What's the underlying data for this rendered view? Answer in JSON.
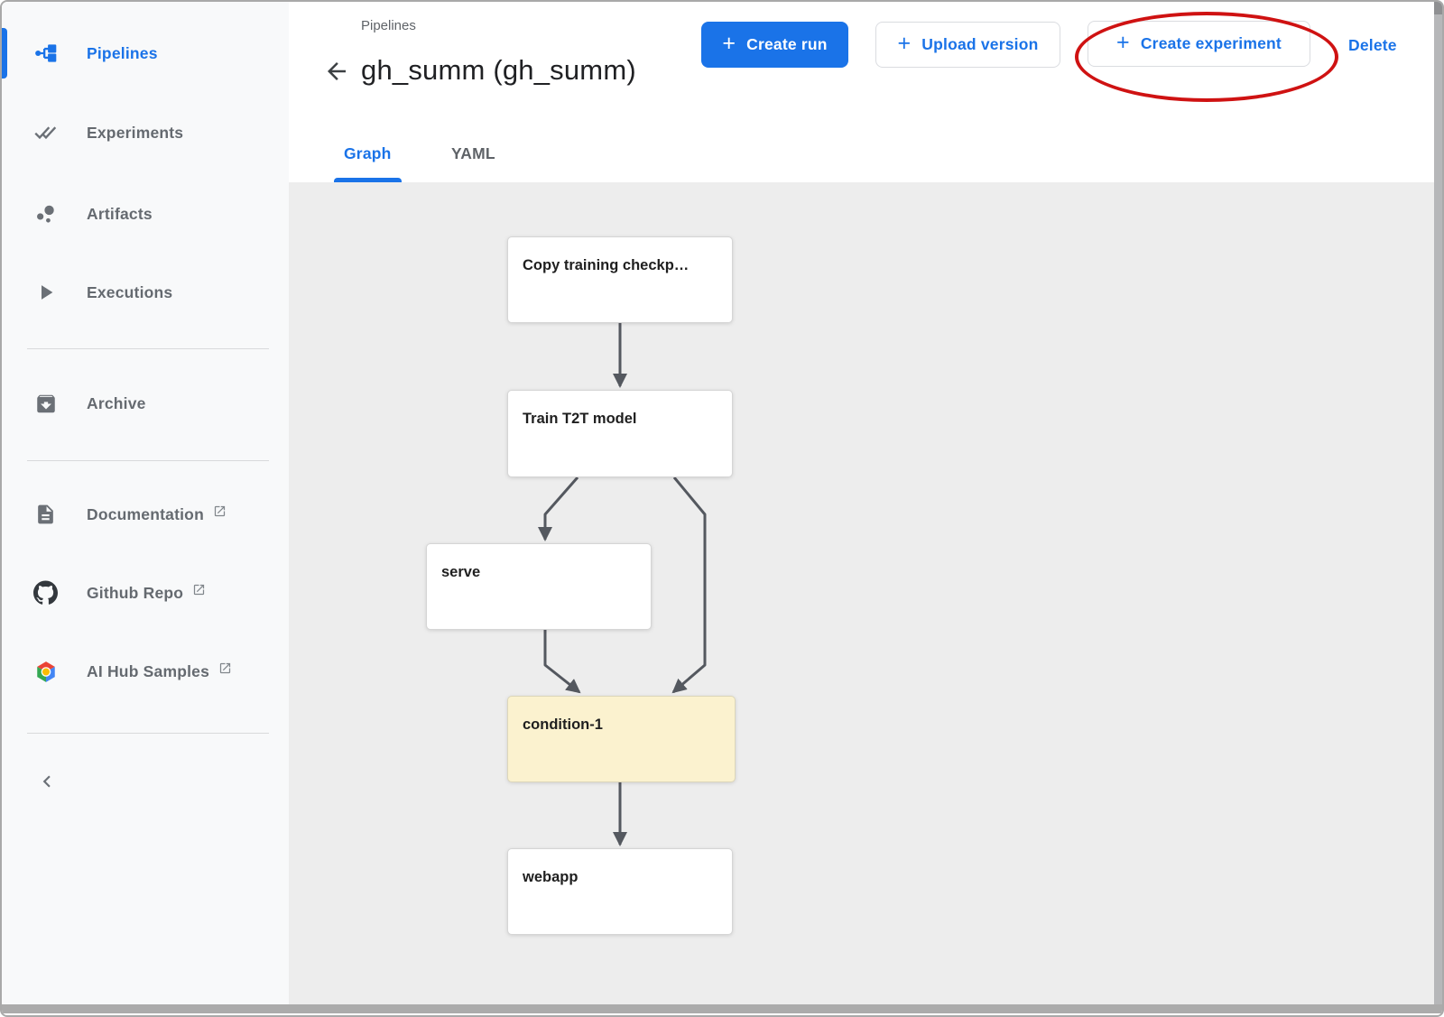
{
  "sidebar": {
    "items": [
      {
        "label": "Pipelines",
        "icon": "pipelines-icon",
        "active": true,
        "external": false
      },
      {
        "label": "Experiments",
        "icon": "experiments-icon",
        "active": false,
        "external": false
      },
      {
        "label": "Artifacts",
        "icon": "artifacts-icon",
        "active": false,
        "external": false
      },
      {
        "label": "Executions",
        "icon": "executions-icon",
        "active": false,
        "external": false
      },
      {
        "label": "Archive",
        "icon": "archive-icon",
        "active": false,
        "external": false
      },
      {
        "label": "Documentation",
        "icon": "document-icon",
        "active": false,
        "external": true
      },
      {
        "label": "Github Repo",
        "icon": "github-icon",
        "active": false,
        "external": true
      },
      {
        "label": "AI Hub Samples",
        "icon": "ai-hub-icon",
        "active": false,
        "external": true
      }
    ],
    "collapse_icon": "chevron-left-icon"
  },
  "header": {
    "breadcrumb": "Pipelines",
    "title": "gh_summ (gh_summ)",
    "actions": {
      "create_run": "Create run",
      "upload_version": "Upload version",
      "create_experiment": "Create experiment",
      "delete": "Delete"
    },
    "annotation": {
      "shape": "ellipse",
      "around": "Create experiment",
      "color": "#cf1212"
    }
  },
  "tabs": [
    {
      "label": "Graph",
      "active": true
    },
    {
      "label": "YAML",
      "active": false
    }
  ],
  "graph": {
    "nodes": [
      {
        "label": "Copy training checkp…",
        "type": "step"
      },
      {
        "label": "Train T2T model",
        "type": "step"
      },
      {
        "label": "serve",
        "type": "step"
      },
      {
        "label": "condition-1",
        "type": "condition"
      },
      {
        "label": "webapp",
        "type": "step"
      }
    ],
    "edges": [
      {
        "from": "Copy training checkp…",
        "to": "Train T2T model"
      },
      {
        "from": "Train T2T model",
        "to": "serve"
      },
      {
        "from": "Train T2T model",
        "to": "condition-1"
      },
      {
        "from": "serve",
        "to": "condition-1"
      },
      {
        "from": "condition-1",
        "to": "webapp"
      }
    ]
  },
  "colors": {
    "accent": "#1a73e8",
    "condition_fill": "#fbf2cf",
    "edge": "#54585f",
    "annotation_red": "#cf1212",
    "sidebar_bg": "#f8f9fa",
    "canvas_bg": "#ededed"
  }
}
